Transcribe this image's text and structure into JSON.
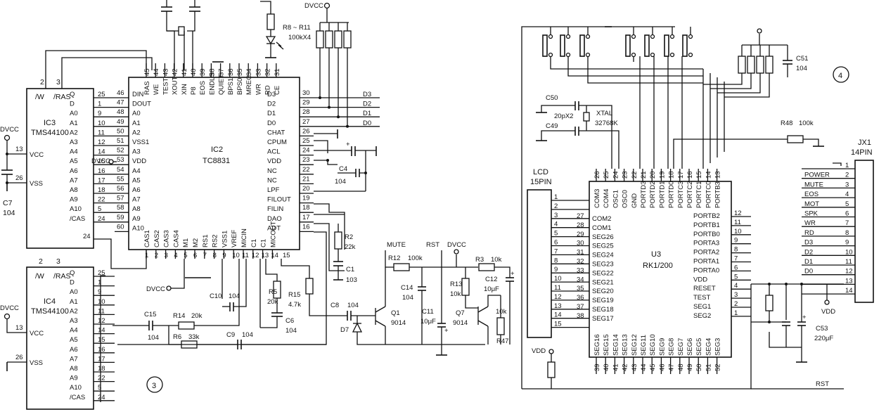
{
  "ic3": {
    "ref": "IC3",
    "part": "TMS44100",
    "rail_top": "DVCC",
    "cap": "C7",
    "cap_val": "104",
    "pin_w": "/W",
    "pin_ras": "/RAS",
    "pin_w_num": "2",
    "pin_ras_num": "3",
    "pins_left": [
      {
        "num": "13",
        "name": "VCC"
      },
      {
        "num": "26",
        "name": "VSS"
      }
    ],
    "pins_right": [
      {
        "num": "25",
        "name": "Q"
      },
      {
        "num": "1",
        "name": "D"
      },
      {
        "num": "9",
        "name": "A0"
      },
      {
        "num": "10",
        "name": "A1"
      },
      {
        "num": "11",
        "name": "A2"
      },
      {
        "num": "12",
        "name": "A3"
      },
      {
        "num": "14",
        "name": "A4"
      },
      {
        "num": "15",
        "name": "A5"
      },
      {
        "num": "16",
        "name": "A6"
      },
      {
        "num": "17",
        "name": "A7"
      },
      {
        "num": "18",
        "name": "A8"
      },
      {
        "num": "22",
        "name": "A9"
      },
      {
        "num": "5",
        "name": "A10"
      },
      {
        "num": "24",
        "name": "/CAS"
      }
    ]
  },
  "ic4": {
    "ref": "IC4",
    "part": "TMS44100",
    "rail_top": "DVCC",
    "pin_w": "/W",
    "pin_ras": "/RAS",
    "pin_w_num": "2",
    "pin_ras_num": "3",
    "pins_left": [
      {
        "num": "13",
        "name": "VCC"
      },
      {
        "num": "26",
        "name": "VSS"
      }
    ],
    "pins_right": [
      {
        "num": "25",
        "name": "Q"
      },
      {
        "num": "1",
        "name": "D"
      },
      {
        "num": "9",
        "name": "A0"
      },
      {
        "num": "10",
        "name": "A1"
      },
      {
        "num": "11",
        "name": "A2"
      },
      {
        "num": "12",
        "name": "A3"
      },
      {
        "num": "14",
        "name": "A4"
      },
      {
        "num": "15",
        "name": "A5"
      },
      {
        "num": "16",
        "name": "A6"
      },
      {
        "num": "17",
        "name": "A7"
      },
      {
        "num": "18",
        "name": "A8"
      },
      {
        "num": "22",
        "name": "A9"
      },
      {
        "num": "5",
        "name": "A10"
      },
      {
        "num": "24",
        "name": "/CAS"
      }
    ]
  },
  "ic2": {
    "ref": "IC2",
    "part": "TC8831",
    "dvcc_label": "DVCC",
    "left_pins": [
      {
        "num": "46",
        "name": "DIN"
      },
      {
        "num": "47",
        "name": "DOUT"
      },
      {
        "num": "48",
        "name": "A0"
      },
      {
        "num": "49",
        "name": "A1"
      },
      {
        "num": "50",
        "name": "A2"
      },
      {
        "num": "51",
        "name": "VSS1"
      },
      {
        "num": "52",
        "name": "A3"
      },
      {
        "num": "53",
        "name": "VDD"
      },
      {
        "num": "54",
        "name": "A4"
      },
      {
        "num": "55",
        "name": "A5"
      },
      {
        "num": "56",
        "name": "A6"
      },
      {
        "num": "57",
        "name": "A7"
      },
      {
        "num": "58",
        "name": "A8"
      },
      {
        "num": "59",
        "name": "A9"
      },
      {
        "num": "60",
        "name": "A10"
      }
    ],
    "top_pins": [
      {
        "num": "45",
        "name": "RAS"
      },
      {
        "num": "44",
        "name": "WE"
      },
      {
        "num": "43",
        "name": "TEST"
      },
      {
        "num": "42",
        "name": "XOUT"
      },
      {
        "num": "41",
        "name": "XIN"
      },
      {
        "num": "40",
        "name": "P8"
      },
      {
        "num": "39",
        "name": "EOS"
      },
      {
        "num": "38",
        "name": "ENDLS"
      },
      {
        "num": "37",
        "name": "QUIET"
      },
      {
        "num": "36",
        "name": "BPS1"
      },
      {
        "num": "35",
        "name": "BPS0"
      },
      {
        "num": "34",
        "name": "MREC"
      },
      {
        "num": "33",
        "name": "WR"
      },
      {
        "num": "32",
        "name": "RD"
      },
      {
        "num": "31",
        "name": "CE"
      }
    ],
    "right_pins": [
      {
        "num": "30",
        "name": "D3"
      },
      {
        "num": "29",
        "name": "D2"
      },
      {
        "num": "28",
        "name": "D1"
      },
      {
        "num": "27",
        "name": "D0"
      },
      {
        "num": "26",
        "name": "CHAT"
      },
      {
        "num": "25",
        "name": "CPUM"
      },
      {
        "num": "24",
        "name": "ACL"
      },
      {
        "num": "23",
        "name": "VDD"
      },
      {
        "num": "22",
        "name": "NC"
      },
      {
        "num": "21",
        "name": "NC"
      },
      {
        "num": "20",
        "name": "LPF"
      },
      {
        "num": "19",
        "name": "FILOUT"
      },
      {
        "num": "18",
        "name": "FILIN"
      },
      {
        "num": "17",
        "name": "DAO"
      },
      {
        "num": "16",
        "name": "ADT"
      }
    ],
    "bottom_pins": [
      {
        "num": "1",
        "name": "CAS1"
      },
      {
        "num": "2",
        "name": "CAS2"
      },
      {
        "num": "3",
        "name": "CAS3"
      },
      {
        "num": "4",
        "name": "CAS4"
      },
      {
        "num": "5",
        "name": "M1"
      },
      {
        "num": "6",
        "name": "M2"
      },
      {
        "num": "7",
        "name": "RS1"
      },
      {
        "num": "8",
        "name": "RS2"
      },
      {
        "num": "9",
        "name": "VSS1"
      },
      {
        "num": "10",
        "name": "VREF"
      },
      {
        "num": "11",
        "name": "MICIN"
      },
      {
        "num": "12",
        "name": "C1"
      },
      {
        "num": "13",
        "name": "C1"
      },
      {
        "num": "14",
        "name": "MICOUT"
      }
    ],
    "bottom_pin15": "15",
    "pin_left_extra": "24"
  },
  "data_bus": [
    "D3",
    "D2",
    "D1",
    "D0"
  ],
  "resnet": {
    "label": "R8 ~ R11",
    "value": "100kX4",
    "rail": "DVCC"
  },
  "c4": {
    "ref": "C4",
    "value": "104"
  },
  "r2": {
    "ref": "R2",
    "value": "22k"
  },
  "c1": {
    "ref": "C1",
    "value": "103"
  },
  "dvcc_bottom": "DVCC",
  "c10": {
    "ref": "C10",
    "value": "104"
  },
  "r5": {
    "ref": "R5",
    "value": "20k"
  },
  "c6": {
    "ref": "C6",
    "value": "104"
  },
  "r15": {
    "ref": "R15",
    "value": "4.7k"
  },
  "c8": {
    "ref": "C8",
    "value": "104"
  },
  "d7": "D7",
  "c15": {
    "ref": "C15",
    "value": "104"
  },
  "r14": {
    "ref": "R14",
    "value": "20k"
  },
  "r6": {
    "ref": "R6",
    "value": "33k"
  },
  "c9": {
    "ref": "C9",
    "value": "104"
  },
  "q1": {
    "ref": "Q1",
    "part": "9014"
  },
  "q7": {
    "ref": "Q7",
    "part": "9014"
  },
  "mute": "MUTE",
  "rst": "RST",
  "dvcc_q": "DVCC",
  "r12": {
    "ref": "R12",
    "value": "100k"
  },
  "c14": {
    "ref": "C14",
    "value": "104"
  },
  "c11": {
    "ref": "C11",
    "value": "10μF"
  },
  "r13": {
    "ref": "R13",
    "value": "10k"
  },
  "r3": {
    "ref": "R3",
    "value": "10k"
  },
  "c12": {
    "ref": "C12",
    "value": "10μF"
  },
  "r47": {
    "ref": "R47",
    "value": "10k"
  },
  "section_left": "3",
  "section_right": "4",
  "c50": {
    "ref": "C50",
    "value": "20pX2"
  },
  "c49": "C49",
  "xtal": {
    "ref": "XTAL",
    "value": "32768K"
  },
  "c51": {
    "ref": "C51",
    "value": "104"
  },
  "r48": {
    "ref": "R48",
    "value": "100k"
  },
  "lcd": {
    "ref": "LCD",
    "pins": "15PIN",
    "nums": [
      "1",
      "2",
      "3",
      "4",
      "5",
      "6",
      "7",
      "8",
      "9",
      "10",
      "11",
      "12",
      "13",
      "14",
      "15"
    ]
  },
  "u3": {
    "ref": "U3",
    "part": "RK1/200",
    "top_pins": [
      {
        "num": "26",
        "name": "COM3"
      },
      {
        "num": "25",
        "name": "COM4"
      },
      {
        "num": "24",
        "name": "OSC1"
      },
      {
        "num": "23",
        "name": "OSC0"
      },
      {
        "num": "22",
        "name": "GND"
      },
      {
        "num": "21",
        "name": "PORTD3"
      },
      {
        "num": "20",
        "name": "PORTD2"
      },
      {
        "num": "19",
        "name": "PORTD1"
      },
      {
        "num": "18",
        "name": "PORTD0"
      },
      {
        "num": "17",
        "name": "PORTC3"
      },
      {
        "num": "16",
        "name": "PORTC2"
      },
      {
        "num": "15",
        "name": "PORTC1"
      },
      {
        "num": "14",
        "name": "PORTC0"
      },
      {
        "num": "13",
        "name": "PORTB3"
      }
    ],
    "left_pins": [
      {
        "num": "27",
        "name": "COM2"
      },
      {
        "num": "28",
        "name": "COM1"
      },
      {
        "num": "29",
        "name": "SEG26"
      },
      {
        "num": "30",
        "name": "SEG25"
      },
      {
        "num": "31",
        "name": "SEG24"
      },
      {
        "num": "32",
        "name": "SEG23"
      },
      {
        "num": "33",
        "name": "SEG22"
      },
      {
        "num": "34",
        "name": "SEG21"
      },
      {
        "num": "35",
        "name": "SEG20"
      },
      {
        "num": "36",
        "name": "SEG19"
      },
      {
        "num": "37",
        "name": "SEG18"
      },
      {
        "num": "38",
        "name": "SEG17"
      }
    ],
    "right_pins": [
      {
        "num": "12",
        "name": "PORTB2"
      },
      {
        "num": "11",
        "name": "PORTB1"
      },
      {
        "num": "10",
        "name": "PORTB0"
      },
      {
        "num": "9",
        "name": "PORTA3"
      },
      {
        "num": "8",
        "name": "PORTA2"
      },
      {
        "num": "7",
        "name": "PORTA1"
      },
      {
        "num": "6",
        "name": "PORTA0"
      },
      {
        "num": "5",
        "name": "VDD"
      },
      {
        "num": "4",
        "name": "RESET"
      },
      {
        "num": "3",
        "name": "TEST"
      },
      {
        "num": "2",
        "name": "SEG1"
      },
      {
        "num": "1",
        "name": "SEG2"
      }
    ],
    "bottom_pins": [
      {
        "num": "39",
        "name": "SEG16"
      },
      {
        "num": "40",
        "name": "SEG15"
      },
      {
        "num": "41",
        "name": "SEG14"
      },
      {
        "num": "42",
        "name": "SEG13"
      },
      {
        "num": "43",
        "name": "SEG12"
      },
      {
        "num": "44",
        "name": "SEG11"
      },
      {
        "num": "45",
        "name": "SEG10"
      },
      {
        "num": "46",
        "name": "SEG9"
      },
      {
        "num": "47",
        "name": "SEG8"
      },
      {
        "num": "48",
        "name": "SEG7"
      },
      {
        "num": "49",
        "name": "SEG6"
      },
      {
        "num": "50",
        "name": "SEG5"
      },
      {
        "num": "51",
        "name": "SEG4"
      },
      {
        "num": "52",
        "name": "SEG3"
      }
    ]
  },
  "jx1": {
    "ref": "JX1",
    "pins": "14PIN",
    "signals": [
      {
        "num": "1",
        "name": ""
      },
      {
        "num": "2",
        "name": "POWER"
      },
      {
        "num": "3",
        "name": "MUTE"
      },
      {
        "num": "4",
        "name": "EOS"
      },
      {
        "num": "5",
        "name": "MOT"
      },
      {
        "num": "6",
        "name": "SPK"
      },
      {
        "num": "7",
        "name": "WR"
      },
      {
        "num": "8",
        "name": "RD"
      },
      {
        "num": "9",
        "name": "D3"
      },
      {
        "num": "10",
        "name": "D2"
      },
      {
        "num": "11",
        "name": "D1"
      },
      {
        "num": "12",
        "name": "D0"
      },
      {
        "num": "13",
        "name": ""
      },
      {
        "num": "14",
        "name": ""
      }
    ]
  },
  "vdd_right": "VDD",
  "vdd_lcd": "VDD",
  "c53": {
    "ref": "C53",
    "value": "220μF"
  },
  "rst_bottom": "RST"
}
